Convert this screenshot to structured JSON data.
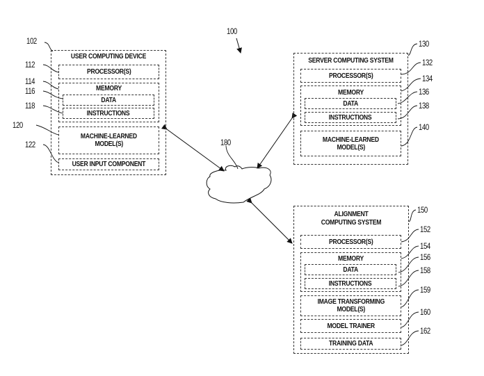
{
  "diagram": {
    "system_ref": "100",
    "network": {
      "ref": "180"
    },
    "user_device": {
      "ref": "102",
      "title": "USER COMPUTING DEVICE",
      "processor": {
        "ref": "112",
        "label": "PROCESSOR(S)"
      },
      "memory": {
        "ref": "114",
        "label": "MEMORY"
      },
      "data": {
        "ref": "116",
        "label": "DATA"
      },
      "instructions": {
        "ref": "118",
        "label": "INSTRUCTIONS"
      },
      "ml_models": {
        "ref": "120",
        "label_line1": "MACHINE-LEARNED",
        "label_line2": "MODEL(S)"
      },
      "user_input": {
        "ref": "122",
        "label": "USER INPUT COMPONENT"
      }
    },
    "server": {
      "ref": "130",
      "title": "SERVER COMPUTING SYSTEM",
      "processor": {
        "ref": "132",
        "label": "PROCESSOR(S)"
      },
      "memory": {
        "ref": "134",
        "label": "MEMORY"
      },
      "data": {
        "ref": "136",
        "label": "DATA"
      },
      "instructions": {
        "ref": "138",
        "label": "INSTRUCTIONS"
      },
      "ml_models": {
        "ref": "140",
        "label_line1": "MACHINE-LEARNED",
        "label_line2": "MODEL(S)"
      }
    },
    "alignment": {
      "ref": "150",
      "title_line1": "ALIGNMENT",
      "title_line2": "COMPUTING SYSTEM",
      "processor": {
        "ref": "152",
        "label": "PROCESSOR(S)"
      },
      "memory": {
        "ref": "154",
        "label": "MEMORY"
      },
      "data": {
        "ref": "156",
        "label": "DATA"
      },
      "instructions": {
        "ref": "158",
        "label": "INSTRUCTIONS"
      },
      "image_models": {
        "ref": "159",
        "label_line1": "IMAGE TRANSFORMING",
        "label_line2": "MODEL(S)"
      },
      "model_trainer": {
        "ref": "160",
        "label": "MODEL TRAINER"
      },
      "training_data": {
        "ref": "162",
        "label": "TRAINING DATA"
      }
    }
  }
}
